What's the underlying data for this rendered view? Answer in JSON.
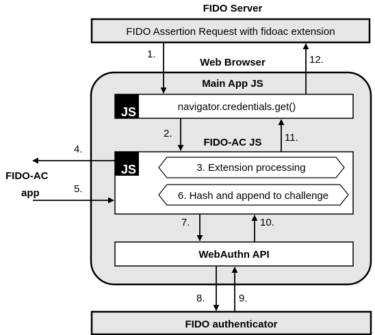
{
  "server": {
    "title": "FIDO Server",
    "box_label": "FIDO Assertion Request with fidoac extension"
  },
  "browser": {
    "title": "Web Browser",
    "main_app": {
      "title": "Main App JS",
      "badge": "JS",
      "call_label": "navigator.credentials.get()"
    },
    "fido_ac": {
      "title": "FIDO-AC JS",
      "badge": "JS",
      "steps": [
        "3. Extension processing",
        "6. Hash and append to challenge"
      ]
    },
    "webauthn": {
      "label": "WebAuthn API"
    }
  },
  "app": {
    "line1": "FIDO-AC",
    "line2": "app"
  },
  "authenticator": {
    "label": "FIDO authenticator"
  },
  "arrows": {
    "a1": "1.",
    "a2": "2.",
    "a4": "4.",
    "a5": "5.",
    "a7": "7.",
    "a8": "8.",
    "a9": "9.",
    "a10": "10.",
    "a11": "11.",
    "a12": "12."
  }
}
